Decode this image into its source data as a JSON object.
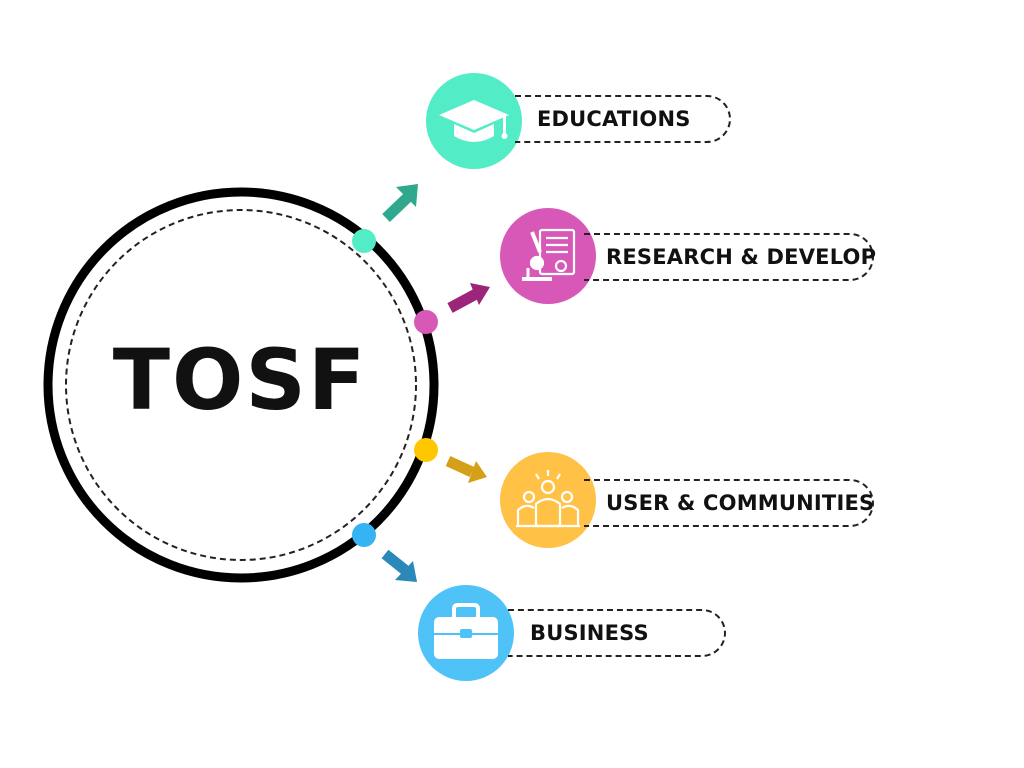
{
  "center": {
    "label": "TOSF"
  },
  "branches": [
    {
      "label": "EDUCATIONS",
      "icon": "graduation-cap-icon",
      "color": "#52EDC7",
      "arrow_color": "#2FA88E"
    },
    {
      "label": "RESEARCH & DEVELOP",
      "icon": "microscope-document-icon",
      "color": "#D858B8",
      "arrow_color": "#9C2479"
    },
    {
      "label": "USER & COMMUNITIES",
      "icon": "people-group-icon",
      "color": "#FFC247",
      "arrow_color": "#D4A017"
    },
    {
      "label": "BUSINESS",
      "icon": "briefcase-icon",
      "color": "#4FC3F7",
      "arrow_color": "#2A89B8"
    }
  ]
}
